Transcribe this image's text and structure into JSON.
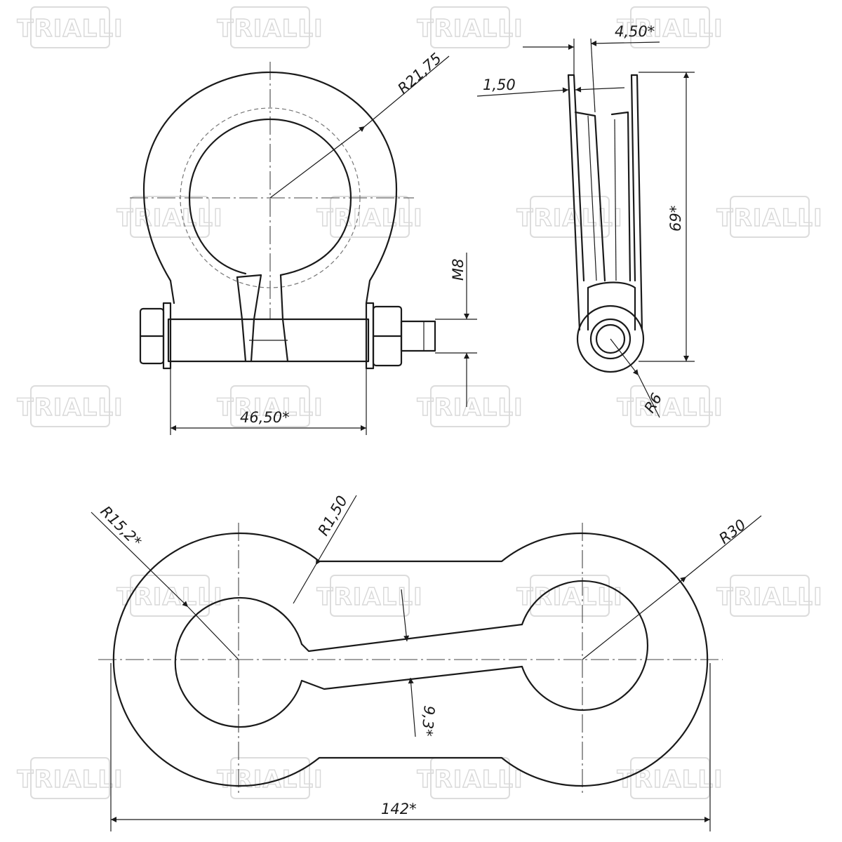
{
  "watermark": {
    "brand": "TRIALLI"
  },
  "dimensions": {
    "top_view_radius": "R21,75",
    "width_45": "4,50*",
    "thickness": "1,50",
    "height": "69*",
    "thread": "M8",
    "bolt_radius": "R6",
    "clamp_width": "46,50*",
    "blank_small_radius": "R15,2*",
    "blank_corner_radius": "R1,50",
    "blank_large_radius": "R30",
    "slot_width": "9,3*",
    "total_length": "142*"
  },
  "colors": {
    "line": "#1a1a1a",
    "watermark": "#d8d8d8"
  }
}
